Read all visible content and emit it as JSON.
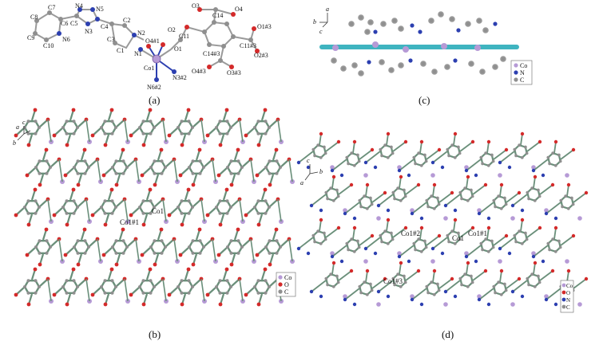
{
  "panels": [
    {
      "id": "a",
      "label": "(a)"
    },
    {
      "id": "b",
      "label": "(b)"
    },
    {
      "id": "c",
      "label": "(c)"
    },
    {
      "id": "d",
      "label": "(d)"
    }
  ],
  "colors": {
    "cobalt": "#b69ad6",
    "oxygen": "#d42a2a",
    "nitrogen": "#2c3fb0",
    "carbon": "#8f8f8f",
    "framework": "#6a8f7a",
    "rod": "#3fb4c0"
  },
  "panel_a": {
    "labels": [
      "C8",
      "C7",
      "C6",
      "C9",
      "C10",
      "N6",
      "N4",
      "N5",
      "C5",
      "N3",
      "C4",
      "C3",
      "C2",
      "C1",
      "N2",
      "N1",
      "Co1",
      "O4#1",
      "O2",
      "O1",
      "C11",
      "O3",
      "C14",
      "O4",
      "C11#3",
      "O1#3",
      "O2#3",
      "C14#3",
      "O4#3",
      "O3#3",
      "N3#2",
      "N6#2"
    ]
  },
  "panel_b": {
    "labels": [
      "Co1",
      "Co1#1"
    ],
    "legend": [
      "Co",
      "O",
      "C"
    ],
    "axes": [
      "a",
      "c",
      "b"
    ]
  },
  "panel_c": {
    "legend": [
      "Co",
      "N",
      "C"
    ],
    "axes": [
      "a",
      "b",
      "c"
    ]
  },
  "panel_d": {
    "labels": [
      "Co1#2",
      "Co1",
      "Co1#1",
      "Co1#3"
    ],
    "legend": [
      "Co",
      "O",
      "N",
      "C"
    ],
    "axes": [
      "c",
      "b",
      "a"
    ]
  }
}
